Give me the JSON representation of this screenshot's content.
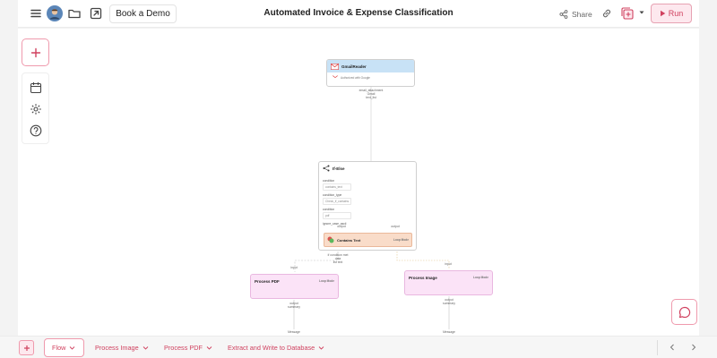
{
  "header": {
    "book_demo": "Book a Demo",
    "title": "Automated Invoice & Expense Classification",
    "share": "Share",
    "run": "Run"
  },
  "nodes": {
    "gmail": {
      "title": "GmailReader",
      "sub": "Authorized with Google",
      "out_label": "email_attachment",
      "out_sub": "Gmail",
      "out_type": "text_list"
    },
    "ifelse": {
      "title": "If-Else",
      "f1_label": "condition",
      "f1_value": "contains_text",
      "f2_label": "condition_type",
      "f2_value": "Check_if_contains",
      "f3_label": "condition",
      "f3_value": "pdf",
      "checkbox": "ignore_case_ascii",
      "out_true": "output",
      "out_false": "output",
      "contains_title": "Contains Text",
      "contains_badge": "Loop Mode",
      "if_label": "if condition met",
      "if_sub": "data",
      "if_type": "list text"
    },
    "pdf": {
      "title": "Process PDF",
      "badge": "Loop Mode",
      "in_label": "input",
      "out_label": "output",
      "out_sub": "summary",
      "message": "Message"
    },
    "image": {
      "title": "Process Image",
      "badge": "Loop Mode",
      "in_label": "input",
      "out_label": "output",
      "out_sub": "summary",
      "message": "Message"
    }
  },
  "tabs": [
    "Flow",
    "Process Image",
    "Process PDF",
    "Extract and Write to Database"
  ],
  "colors": {
    "accent": "#d0415f",
    "gmail_header": "#c8e2f6",
    "subflow_node": "#fbe3f7",
    "condition_node": "#f9dcc9"
  }
}
